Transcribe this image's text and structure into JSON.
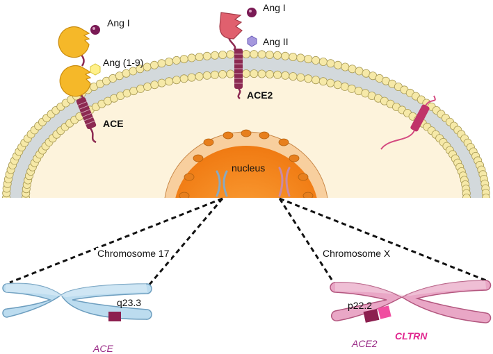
{
  "labels": {
    "ang1_left": "Ang I",
    "ang19": "Ang (1-9)",
    "ang1_top": "Ang I",
    "ang2": "Ang II",
    "ace_protein": "ACE",
    "ace2_protein": "ACE2",
    "nucleus": "nucleus",
    "chromosome_17": "Chromosome 17",
    "chromosome_x": "Chromosome X",
    "locus_ace": "q23.3",
    "locus_ace2": "p22.2",
    "gene_ace": "ACE",
    "gene_ace2": "ACE2",
    "gene_cltrn": "CLTRN"
  },
  "colors": {
    "membrane_head": "#f6e9a8",
    "membrane_head_stroke": "#a89a55",
    "membrane_tail": "#cfd5d8",
    "cytoplasm": "#fdf3dc",
    "nucleus_envelope": "#f7c794",
    "nucleus_inner": "#f78a1c",
    "ace_enzyme": "#f5b829",
    "ace2_enzyme": "#e0606e",
    "transmembrane": "#8c2a52",
    "ang1": "#7a1a55",
    "ang19": "#fff08a",
    "ang2": "#a598de",
    "chr17_fill": "#bcdcef",
    "chr17_stroke": "#6d9ebf",
    "chrx_fill": "#e9a7c6",
    "chrx_stroke": "#b3577f",
    "gene_label": "#9a2a86",
    "cltrn_label": "#e0268f"
  }
}
